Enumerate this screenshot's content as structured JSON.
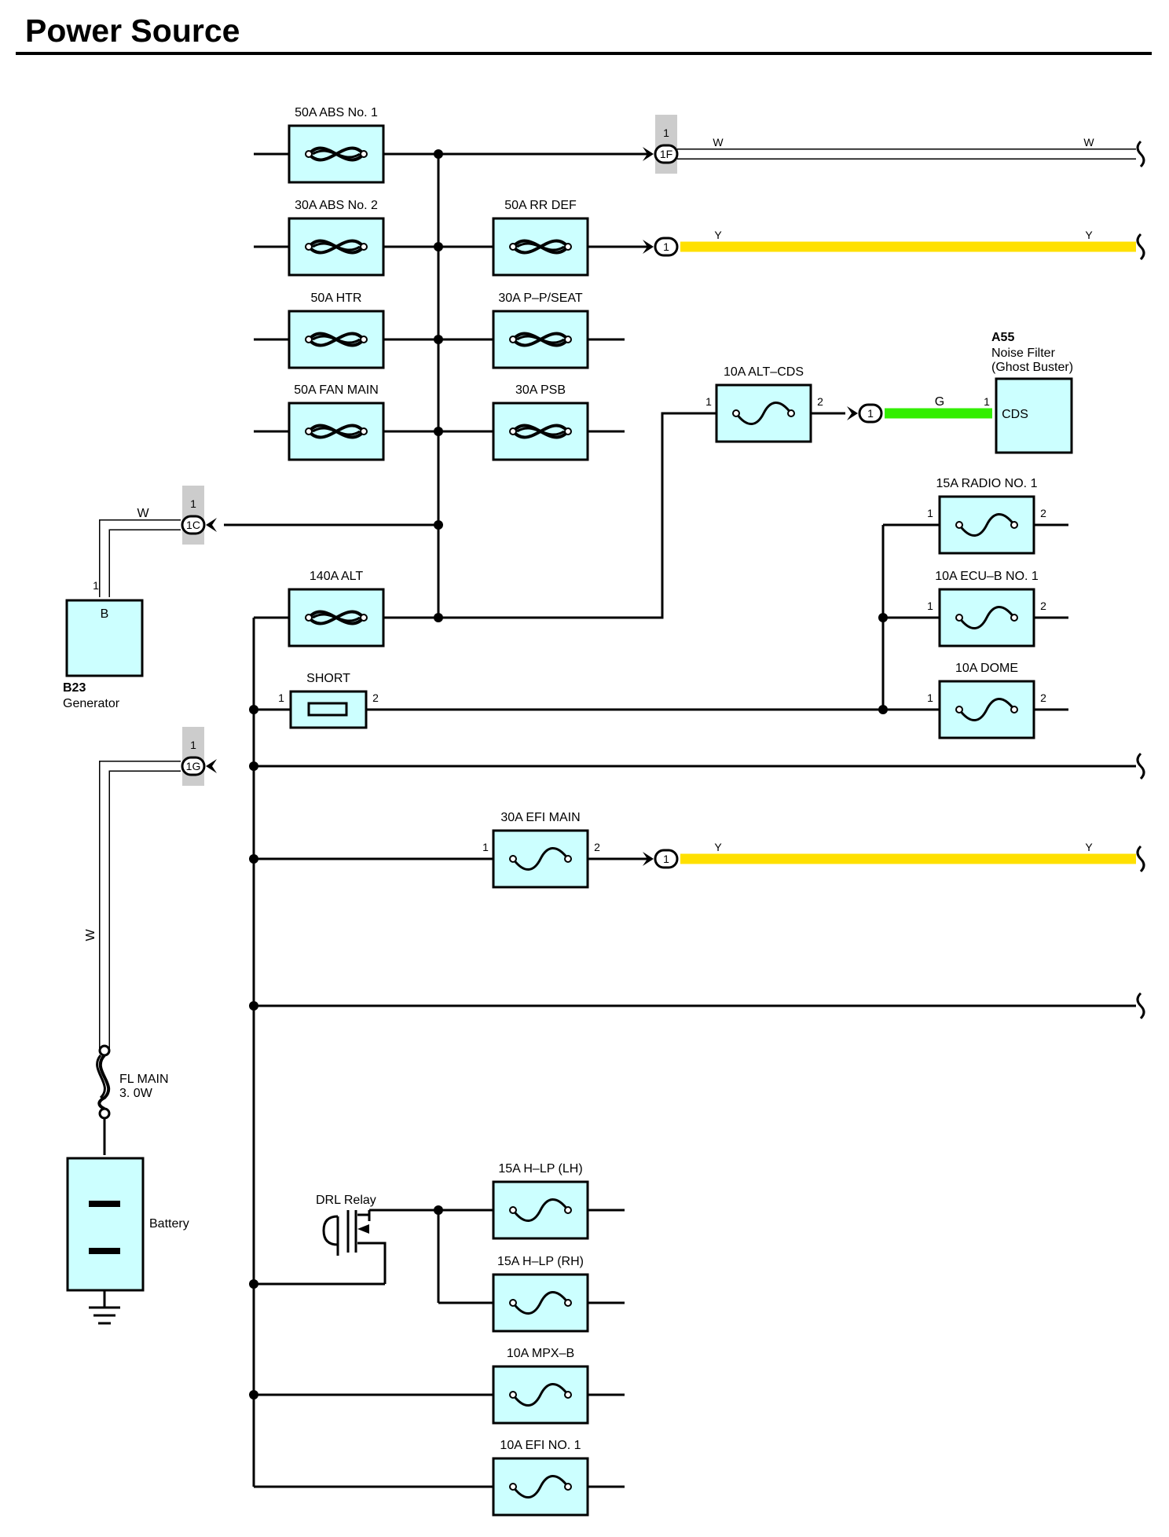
{
  "title": "Power Source",
  "colors": {
    "line": "#000000",
    "fuse_fill": "#ccffff",
    "wire_white": "#ffffff",
    "wire_yellow": "#ffe000",
    "wire_green": "#33ee00",
    "connector_highlight": "#cccccc"
  },
  "fuses": {
    "abs1": "50A ABS No. 1",
    "abs2": "30A ABS No. 2",
    "htr": "50A HTR",
    "fan_main": "50A FAN MAIN",
    "rr_def": "50A RR DEF",
    "ppseat": "30A P–P/SEAT",
    "psb": "30A PSB",
    "alt_cds": "10A ALT–CDS",
    "alt140": "140A ALT",
    "short": "SHORT",
    "radio1": "15A RADIO NO. 1",
    "ecub1": "10A ECU–B NO. 1",
    "dome": "10A DOME",
    "efi_main": "30A EFI MAIN",
    "hlp_lh": "15A H–LP (LH)",
    "hlp_rh": "15A H–LP (RH)",
    "mpxb": "10A MPX–B",
    "efi1": "10A EFI NO. 1"
  },
  "connectors": {
    "c1f": "1F",
    "c1c": "1C",
    "c1g": "1G",
    "pin1": "1"
  },
  "wires": {
    "w": "W",
    "y": "Y",
    "g": "G"
  },
  "pins": {
    "one": "1",
    "two": "2"
  },
  "components": {
    "a55_code": "A55",
    "a55_name1": "Noise Filter",
    "a55_name2": "(Ghost Buster)",
    "a55_terminal": "CDS",
    "b23_code": "B23",
    "b23_name": "Generator",
    "b23_terminal": "B",
    "fl_main": "FL MAIN",
    "fl_main_spec": "3. 0W",
    "battery": "Battery",
    "drl_relay": "DRL Relay"
  }
}
